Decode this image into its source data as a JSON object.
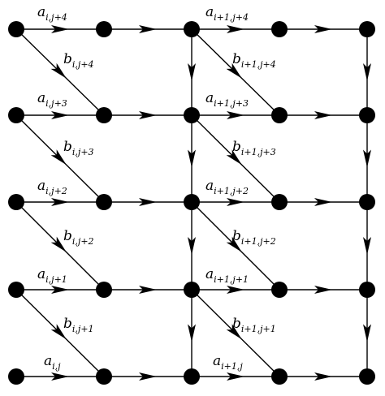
{
  "diagram": {
    "colors": {
      "node": "#000000",
      "edge": "#000000",
      "background": "#ffffff"
    },
    "labels": {
      "a_i_j4": {
        "base": "a",
        "sub": "i,j+4"
      },
      "a_i1_j4": {
        "base": "a",
        "sub": "i+1,j+4"
      },
      "b_i_j4": {
        "base": "b",
        "sub": "i,j+4"
      },
      "b_i1_j4": {
        "base": "b",
        "sub": "i+1,j+4"
      },
      "a_i_j3": {
        "base": "a",
        "sub": "i,j+3"
      },
      "a_i1_j3": {
        "base": "a",
        "sub": "i+1,j+3"
      },
      "b_i_j3": {
        "base": "b",
        "sub": "i,j+3"
      },
      "b_i1_j3": {
        "base": "b",
        "sub": "i+1,j+3"
      },
      "a_i_j2": {
        "base": "a",
        "sub": "i,j+2"
      },
      "a_i1_j2": {
        "base": "a",
        "sub": "i+1,j+2"
      },
      "b_i_j2": {
        "base": "b",
        "sub": "i,j+2"
      },
      "b_i1_j2": {
        "base": "b",
        "sub": "i+1,j+2"
      },
      "a_i_j1": {
        "base": "a",
        "sub": "i,j+1"
      },
      "a_i1_j1": {
        "base": "a",
        "sub": "i+1,j+1"
      },
      "b_i_j1": {
        "base": "b",
        "sub": "i,j+1"
      },
      "b_i1_j1": {
        "base": "b",
        "sub": "i+1,j+1"
      },
      "a_i_j": {
        "base": "a",
        "sub": "i,j"
      },
      "a_i1_j": {
        "base": "a",
        "sub": "i+1,j"
      }
    }
  }
}
